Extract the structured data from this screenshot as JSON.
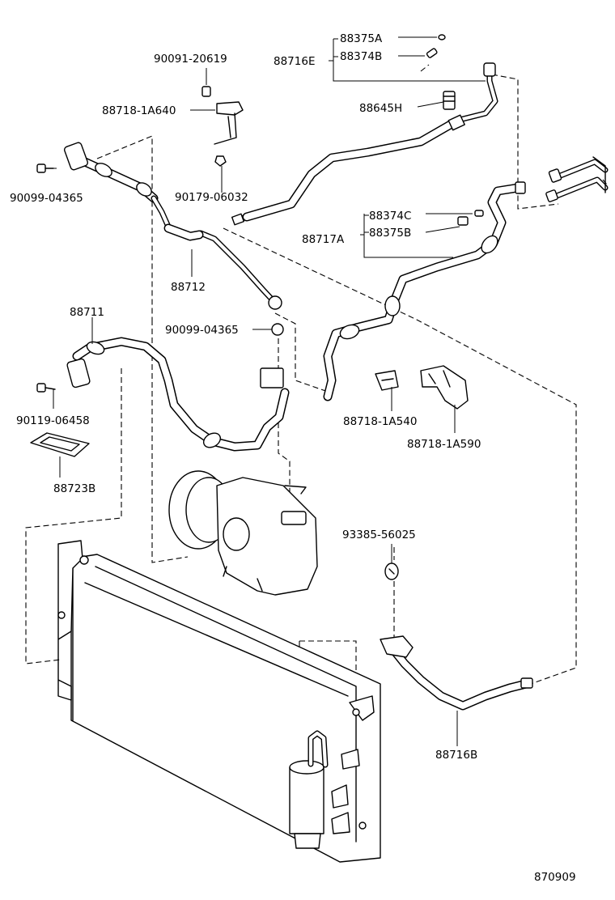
{
  "labels": {
    "p88375A": "88375A",
    "p88374B": "88374B",
    "p88716E": "88716E",
    "p90091_20619": "90091-20619",
    "p88718_1A640": "88718-1A640",
    "p88645H": "88645H",
    "p90099_04365_top": "90099-04365",
    "p90179_06032": "90179-06032",
    "p88374C": "88374C",
    "p88375B": "88375B",
    "p88717A": "88717A",
    "p88712": "88712",
    "p88711": "88711",
    "p90099_04365_mid": "90099-04365",
    "p90119_06458": "90119-06458",
    "p88718_1A540": "88718-1A540",
    "p88718_1A590": "88718-1A590",
    "p88723B": "88723B",
    "p93385_56025": "93385-56025",
    "p88716B": "88716B",
    "diagram_code": "870909"
  }
}
